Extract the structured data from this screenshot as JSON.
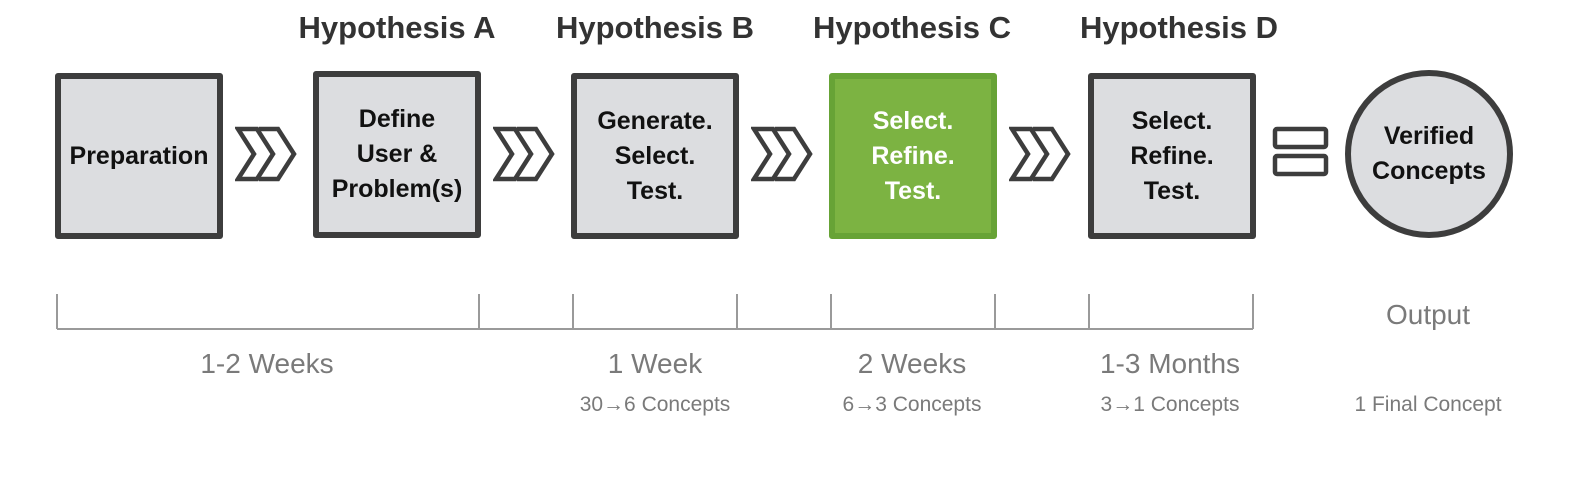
{
  "hypotheses": [
    {
      "title": "Hypothesis A"
    },
    {
      "title": "Hypothesis B"
    },
    {
      "title": "Hypothesis C"
    },
    {
      "title": "Hypothesis D"
    }
  ],
  "stages": [
    {
      "label": "Preparation"
    },
    {
      "label": "Define\nUser &\nProblem(s)"
    },
    {
      "label": "Generate.\nSelect.\nTest."
    },
    {
      "label": "Select.\nRefine.\nTest.",
      "highlight": true
    },
    {
      "label": "Select.\nRefine.\nTest."
    }
  ],
  "output": {
    "label": "Verified\nConcepts"
  },
  "durations": [
    {
      "label": "1-2 Weeks",
      "detail": ""
    },
    {
      "label": "1 Week",
      "detail": "30→6 Concepts"
    },
    {
      "label": "2 Weeks",
      "detail": "6→3 Concepts"
    },
    {
      "label": "1-3 Months",
      "detail": "3→1 Concepts"
    },
    {
      "label": "Output",
      "detail": "1 Final Concept"
    }
  ],
  "colors": {
    "box_fill": "#dcdde0",
    "border": "#3d3d3d",
    "highlight": "#7cb342",
    "muted_text": "#7a7a7a"
  },
  "icons": {
    "arrow": "double-chevron-icon",
    "result": "equals-icon"
  }
}
